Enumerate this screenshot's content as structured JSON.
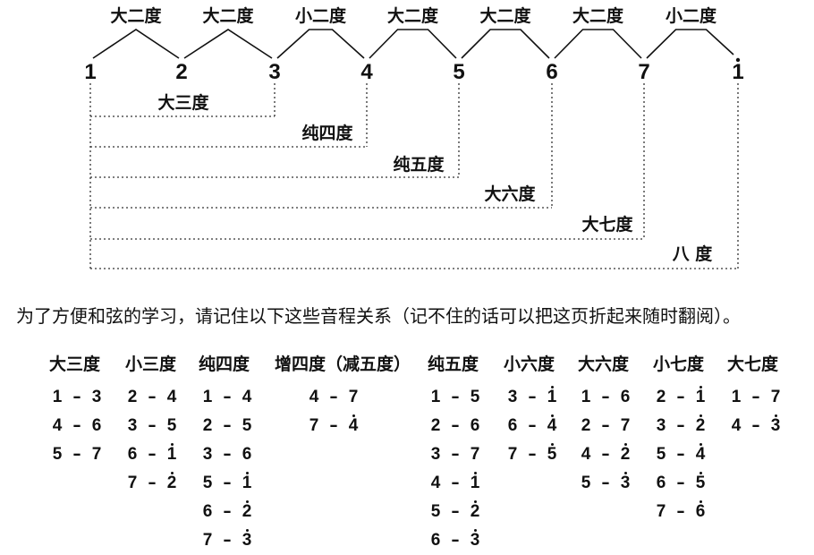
{
  "scale": {
    "notes": [
      {
        "digit": "1",
        "high": false
      },
      {
        "digit": "2",
        "high": false
      },
      {
        "digit": "3",
        "high": false
      },
      {
        "digit": "4",
        "high": false
      },
      {
        "digit": "5",
        "high": false
      },
      {
        "digit": "6",
        "high": false
      },
      {
        "digit": "7",
        "high": false
      },
      {
        "digit": "1",
        "high": true
      }
    ],
    "steps": [
      "大二度",
      "大二度",
      "小二度",
      "大二度",
      "大二度",
      "大二度",
      "小二度"
    ],
    "brackets": [
      {
        "label": "大三度",
        "to_note": 2
      },
      {
        "label": "纯四度",
        "to_note": 3
      },
      {
        "label": "纯五度",
        "to_note": 4
      },
      {
        "label": "大六度",
        "to_note": 5
      },
      {
        "label": "大七度",
        "to_note": 6
      },
      {
        "label": "八 度",
        "to_note": 7
      }
    ]
  },
  "instruction": "为了方便和弦的学习，请记住以下这些音程关系（记不住的话可以把这页折起来随时翻阅）。",
  "table": {
    "separator": "-",
    "columns": [
      {
        "header": "大三度",
        "pairs": [
          {
            "from": "1",
            "to": "3"
          },
          {
            "from": "4",
            "to": "6"
          },
          {
            "from": "5",
            "to": "7"
          }
        ]
      },
      {
        "header": "小三度",
        "pairs": [
          {
            "from": "2",
            "to": "4"
          },
          {
            "from": "3",
            "to": "5"
          },
          {
            "from": "6",
            "to": "1",
            "to_high": true
          },
          {
            "from": "7",
            "to": "2",
            "to_high": true
          }
        ]
      },
      {
        "header": "纯四度",
        "pairs": [
          {
            "from": "1",
            "to": "4"
          },
          {
            "from": "2",
            "to": "5"
          },
          {
            "from": "3",
            "to": "6"
          },
          {
            "from": "5",
            "to": "1",
            "to_high": true
          },
          {
            "from": "6",
            "to": "2",
            "to_high": true
          },
          {
            "from": "7",
            "to": "3",
            "to_high": true
          }
        ]
      },
      {
        "header": "增四度（减五度）",
        "pairs": [
          {
            "from": "4",
            "to": "7"
          },
          {
            "from": "7",
            "to": "4",
            "to_high": true
          }
        ]
      },
      {
        "header": "纯五度",
        "pairs": [
          {
            "from": "1",
            "to": "5"
          },
          {
            "from": "2",
            "to": "6"
          },
          {
            "from": "3",
            "to": "7"
          },
          {
            "from": "4",
            "to": "1",
            "to_high": true
          },
          {
            "from": "5",
            "to": "2",
            "to_high": true
          },
          {
            "from": "6",
            "to": "3",
            "to_high": true
          }
        ]
      },
      {
        "header": "小六度",
        "pairs": [
          {
            "from": "3",
            "to": "1",
            "to_high": true
          },
          {
            "from": "6",
            "to": "4",
            "to_high": true
          },
          {
            "from": "7",
            "to": "5",
            "to_high": true
          }
        ]
      },
      {
        "header": "大六度",
        "pairs": [
          {
            "from": "1",
            "to": "6"
          },
          {
            "from": "2",
            "to": "7"
          },
          {
            "from": "4",
            "to": "2",
            "to_high": true
          },
          {
            "from": "5",
            "to": "3",
            "to_high": true
          }
        ]
      },
      {
        "header": "小七度",
        "pairs": [
          {
            "from": "2",
            "to": "1",
            "to_high": true
          },
          {
            "from": "3",
            "to": "2",
            "to_high": true
          },
          {
            "from": "5",
            "to": "4",
            "to_high": true
          },
          {
            "from": "6",
            "to": "5",
            "to_high": true
          },
          {
            "from": "7",
            "to": "6",
            "to_high": true
          }
        ]
      },
      {
        "header": "大七度",
        "pairs": [
          {
            "from": "1",
            "to": "7"
          },
          {
            "from": "4",
            "to": "3",
            "to_high": true
          }
        ]
      }
    ]
  }
}
